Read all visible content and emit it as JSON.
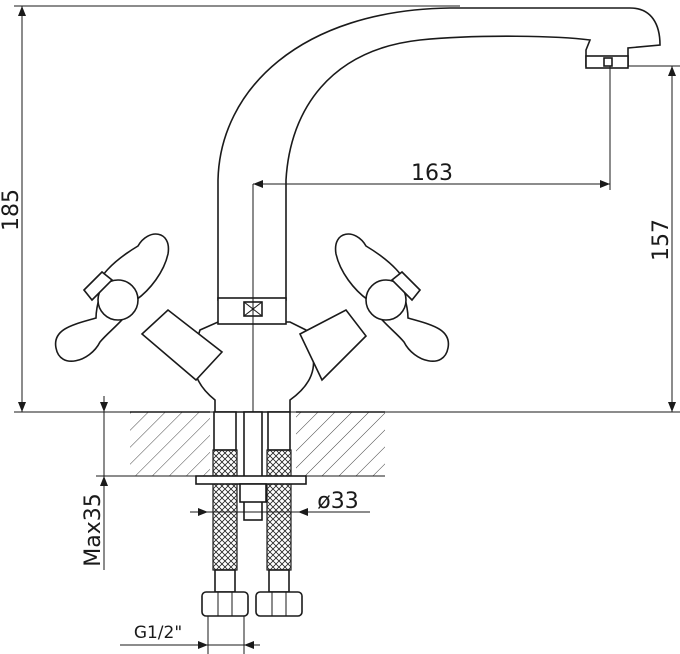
{
  "dimensions": {
    "total_height": "185",
    "spout_reach": "163",
    "spout_height": "157",
    "max_counter_thickness": "Max35",
    "hole_diameter": "ø33",
    "thread": "G1/2\""
  }
}
